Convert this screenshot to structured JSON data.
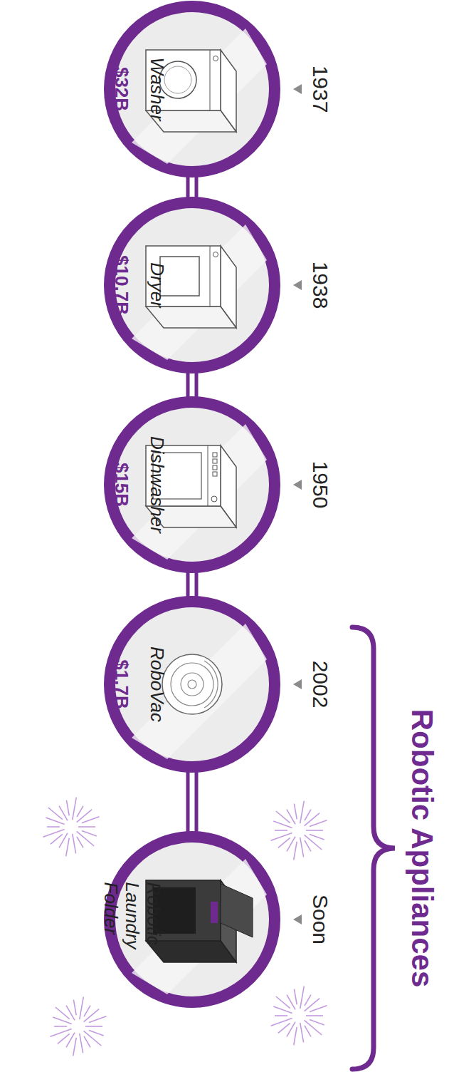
{
  "diagram": {
    "nodes": [
      {
        "text": [
          "1937",
          "Washer",
          "$32B"
        ]
      },
      {
        "text": [
          "1938",
          "Dryer",
          "$10.7B"
        ]
      },
      {
        "text": [
          "1950",
          "Dishwasher",
          "$15B"
        ]
      },
      {
        "text": [
          "2002",
          "RoboVac",
          "$1.7B"
        ]
      },
      {
        "text": [
          "Soon",
          "Robotic Laundry Folder"
        ]
      }
    ],
    "edges": [
      {
        "from": 0,
        "to": 1,
        "arrow": "none"
      },
      {
        "from": 1,
        "to": 2,
        "arrow": "none"
      },
      {
        "from": 2,
        "to": 3,
        "arrow": "none"
      },
      {
        "from": 3,
        "to": 4,
        "arrow": "none"
      }
    ],
    "labels": [
      "Robotic Appliances"
    ]
  }
}
